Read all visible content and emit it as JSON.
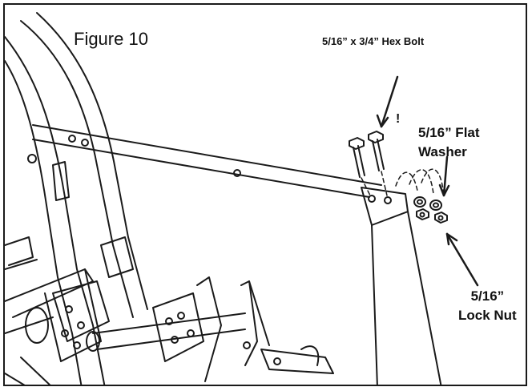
{
  "figure": {
    "title": "Figure 10",
    "exclamation": "!"
  },
  "callouts": {
    "hex_bolt": "5/16” x 3/4” Hex Bolt",
    "flat_washer_line1": "5/16” Flat",
    "flat_washer_line2": "Washer",
    "lock_nut_line1": "5/16”",
    "lock_nut_line2": "Lock Nut"
  },
  "colors": {
    "ink": "#1a1a1a",
    "paper": "#ffffff"
  }
}
